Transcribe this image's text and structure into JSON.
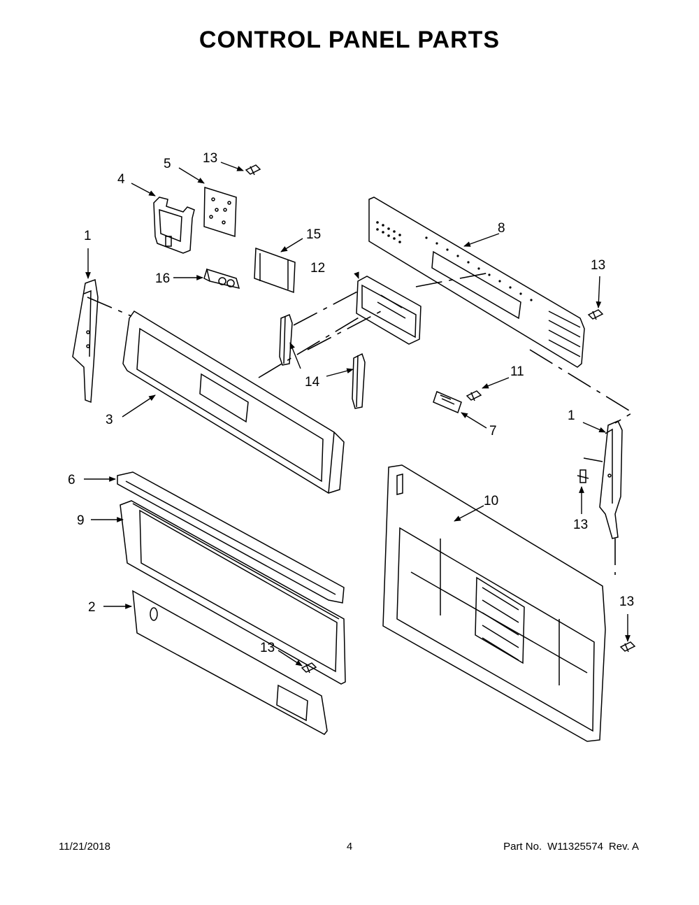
{
  "title": "CONTROL PANEL PARTS",
  "footer": {
    "date": "11/21/2018",
    "page": "4",
    "part_prefix": "Part No.",
    "part_no": "W11325574",
    "rev": "Rev. A"
  },
  "callouts": {
    "c1a": "1",
    "c1b": "1",
    "c2": "2",
    "c3": "3",
    "c4": "4",
    "c5": "5",
    "c6": "6",
    "c7": "7",
    "c8": "8",
    "c9": "9",
    "c10": "10",
    "c11": "11",
    "c12": "12",
    "c13a": "13",
    "c13b": "13",
    "c13c": "13",
    "c13d": "13",
    "c13e": "13",
    "c14": "14",
    "c15": "15",
    "c16": "16"
  }
}
